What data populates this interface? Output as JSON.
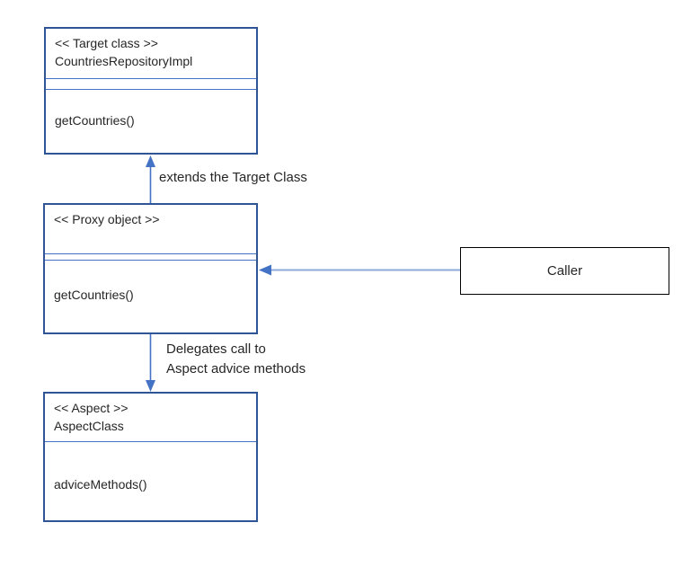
{
  "diagram": {
    "target_class": {
      "stereotype": "<< Target class >>",
      "name": "CountriesRepositoryImpl",
      "method": "getCountries()"
    },
    "proxy": {
      "stereotype": "<< Proxy object >>",
      "method": "getCountries()"
    },
    "aspect": {
      "stereotype": "<< Aspect >>",
      "name": "AspectClass",
      "method": "adviceMethods()"
    },
    "caller": {
      "label": "Caller"
    },
    "edges": {
      "extends_label": "extends the Target Class",
      "delegates_label_line1": "Delegates call to",
      "delegates_label_line2": "Aspect advice methods"
    },
    "colors": {
      "box_border": "#2F5597",
      "divider": "#4472C4",
      "arrow": "#4472C4",
      "light_line": "#8EAADB",
      "caller_border": "#000000",
      "text": "#262626"
    }
  }
}
